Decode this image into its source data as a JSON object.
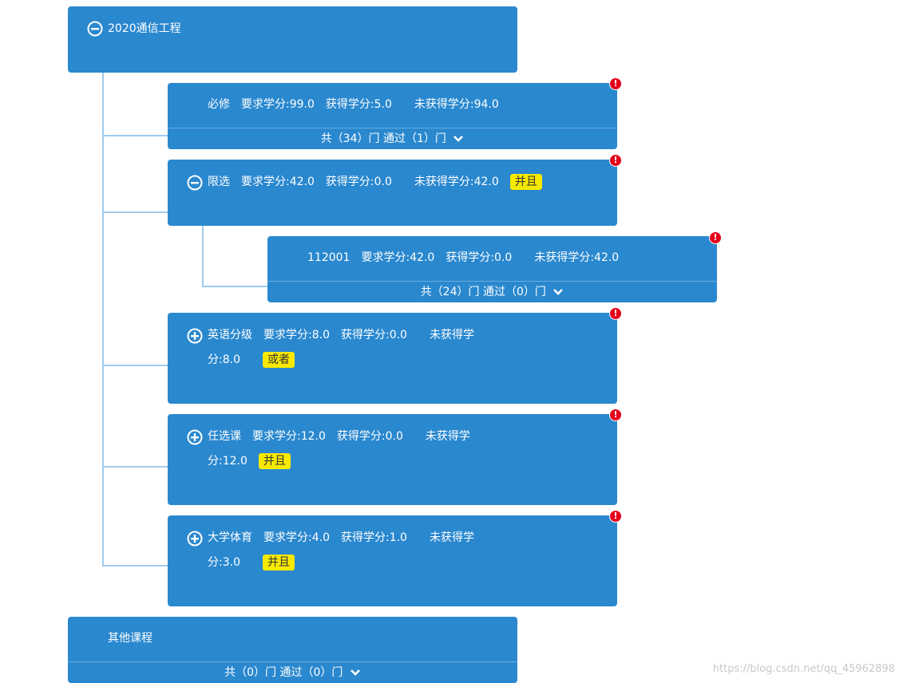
{
  "root": {
    "title": "2020通信工程"
  },
  "groups": {
    "required": {
      "name": "必修",
      "req": "要求学分:99.0",
      "got": "获得学分:5.0",
      "missing": "未获得学分:94.0",
      "footer": "共（34）门 通过（1）门"
    },
    "limited": {
      "name": "限选",
      "req": "要求学分:42.0",
      "got": "获得学分:0.0",
      "missing": "未获得学分:42.0",
      "badge": "并且"
    },
    "limited_sub": {
      "name": "112001",
      "req": "要求学分:42.0",
      "got": "获得学分:0.0",
      "missing": "未获得学分:42.0",
      "footer": "共（24）门 通过（0）门"
    },
    "english": {
      "name": "英语分级",
      "req": "要求学分:8.0",
      "got": "获得学分:0.0",
      "missing_a": "未获得学",
      "missing_b": "分:8.0",
      "badge": "或者"
    },
    "elective": {
      "name": "任选课",
      "req": "要求学分:12.0",
      "got": "获得学分:0.0",
      "missing_a": "未获得学",
      "missing_b": "分:12.0",
      "badge": "并且"
    },
    "pe": {
      "name": "大学体育",
      "req": "要求学分:4.0",
      "got": "获得学分:1.0",
      "missing_a": "未获得学",
      "missing_b": "分:3.0",
      "badge": "并且"
    }
  },
  "other": {
    "title": "其他课程",
    "footer": "共（0）门 通过（0）门"
  },
  "alert_glyph": "!",
  "watermark": "https://blog.csdn.net/qq_45962898",
  "colors": {
    "card": "#2a88cf",
    "tree_line": "#9fcbef",
    "badge": "#f7e900",
    "alert": "#e3001b"
  }
}
